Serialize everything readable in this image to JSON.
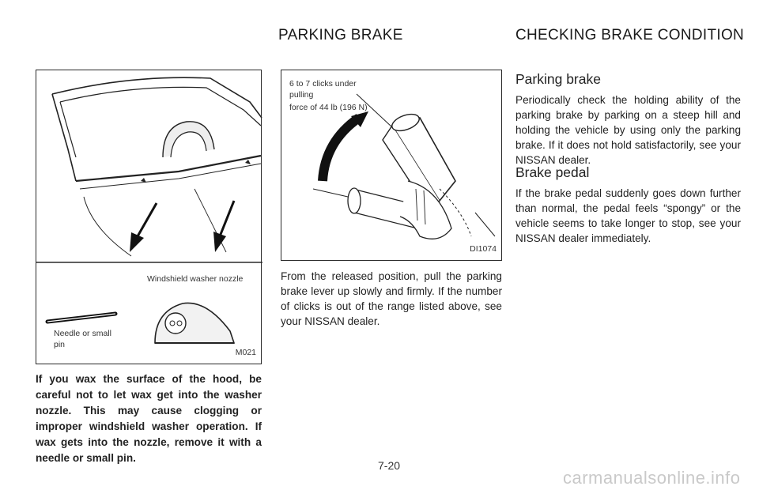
{
  "headers": {
    "center": "PARKING BRAKE",
    "right": "CHECKING BRAKE CONDITION"
  },
  "left_figure": {
    "label_washer": "Windshield washer nozzle",
    "label_needle": "Needle or small pin",
    "code": "M021"
  },
  "left_text": "If you wax the surface of the hood, be careful not to let wax get into the washer nozzle. This may cause clogging or improper windshield washer operation. If wax gets into the nozzle, remove it with a needle or small pin.",
  "center_figure": {
    "label_clicks": "6 to 7 clicks under pulling",
    "label_force": "force of 44 lb (196 N)",
    "code": "DI1074"
  },
  "center_text": "From the released position, pull the parking brake lever up slowly and firmly. If the number of clicks is out of the range listed above, see your NISSAN dealer.",
  "right_section": {
    "parking_title": "Parking brake",
    "parking_text": "Periodically check the holding ability of the parking brake by parking on a steep hill and holding the vehicle by using only the parking brake. If it does not hold satisfactorily, see your NISSAN dealer.",
    "pedal_title": "Brake pedal",
    "pedal_text": "If the brake pedal suddenly goes down further than normal, the pedal feels “spongy” or the vehicle seems to take longer to stop, see your NISSAN dealer immediately."
  },
  "page_number": "7-20",
  "watermark": "carmanualsonline.info"
}
